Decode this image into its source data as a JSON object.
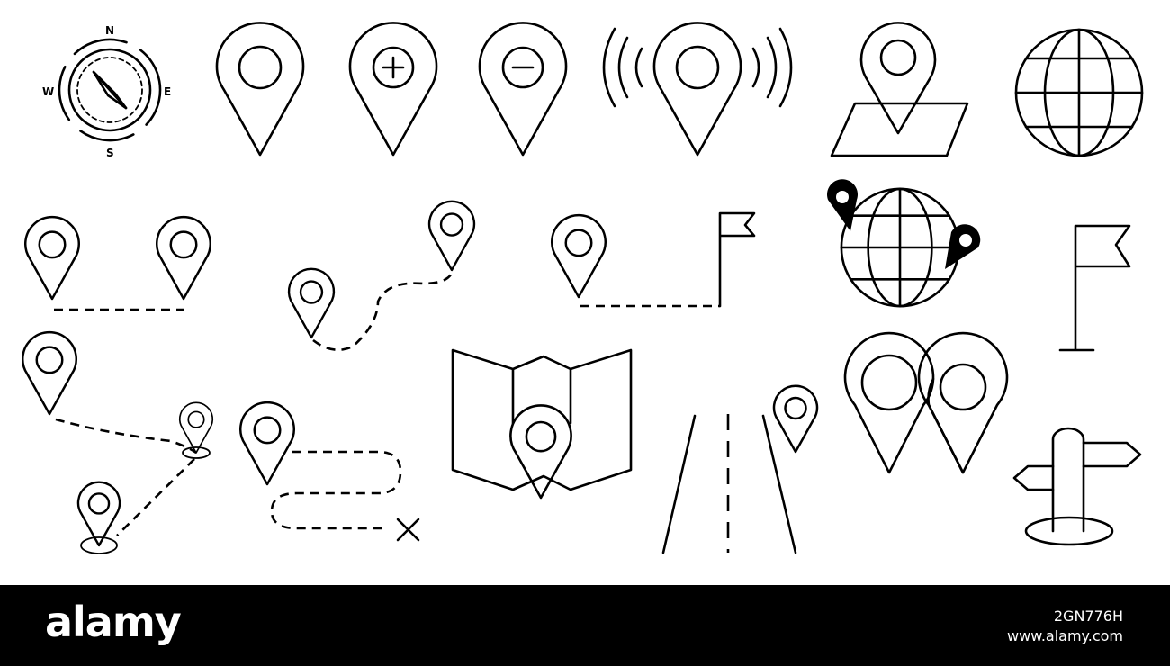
{
  "compass": {
    "north": "N",
    "south": "S",
    "east": "E",
    "west": "W"
  },
  "footer": {
    "brand": "alamy",
    "image_id": "2GN776H",
    "site": "www.alamy.com"
  },
  "icons": [
    "compass-icon",
    "map-pin-icon",
    "map-pin-plus-icon",
    "map-pin-minus-icon",
    "map-pin-signal-icon",
    "map-pin-on-map-icon",
    "globe-icon",
    "pin-to-pin-route-icon",
    "winding-route-icon",
    "pin-to-flag-route-icon",
    "globe-with-pins-icon",
    "flag-icon",
    "multi-stop-route-icon",
    "treasure-route-icon",
    "folded-map-pin-icon",
    "road-pin-icon",
    "double-pin-icon",
    "signpost-icon"
  ]
}
